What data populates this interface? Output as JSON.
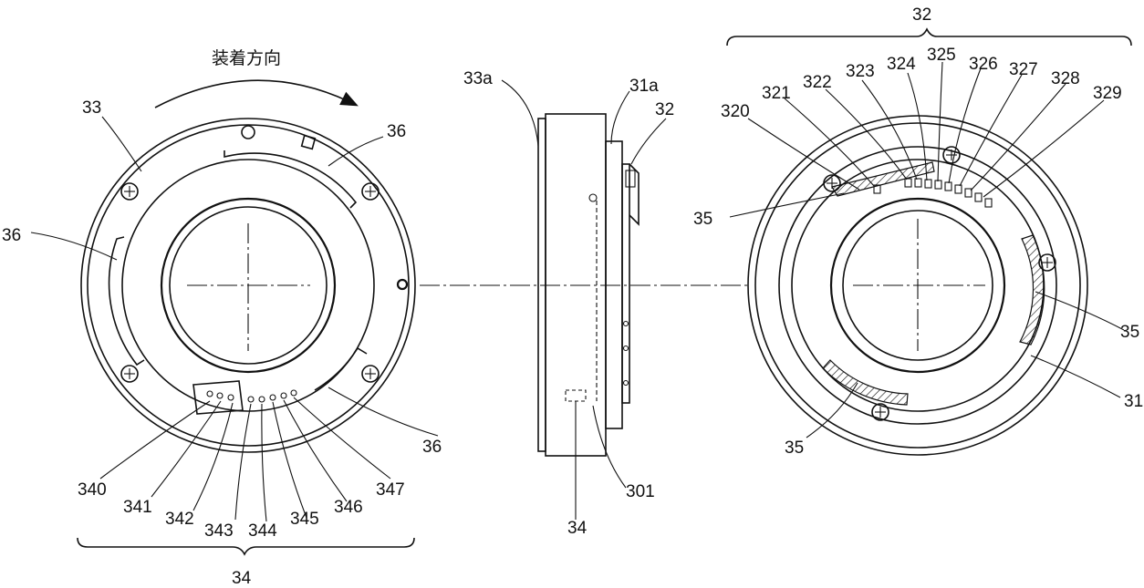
{
  "labels": {
    "mount_direction": "装着方向",
    "l33": "33",
    "l36a": "36",
    "l36b": "36",
    "l36c": "36",
    "l340": "340",
    "l341": "341",
    "l342": "342",
    "l343": "343",
    "l344": "344",
    "l345": "345",
    "l346": "346",
    "l347": "347",
    "l34_left": "34",
    "l33a": "33a",
    "l31a": "31a",
    "l32_side": "32",
    "l301": "301",
    "l34_side": "34",
    "l32_top": "32",
    "l320": "320",
    "l321": "321",
    "l322": "322",
    "l323": "323",
    "l324": "324",
    "l325": "325",
    "l326": "326",
    "l327": "327",
    "l328": "328",
    "l329": "329",
    "l35a": "35",
    "l35b": "35",
    "l35c": "35",
    "l31": "31"
  }
}
